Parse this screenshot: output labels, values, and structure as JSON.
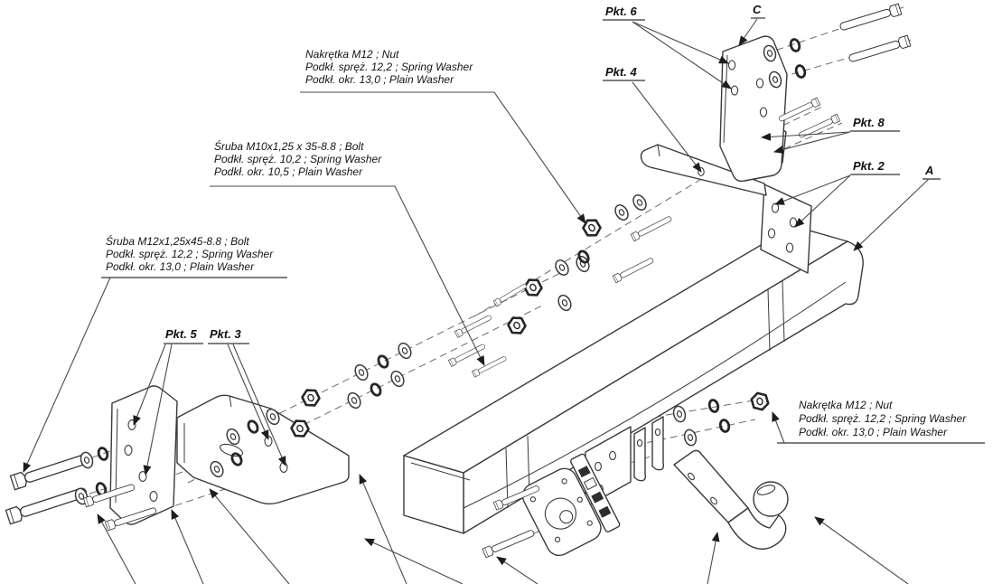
{
  "diagram_title": "towbar-exploded-assembly-drawing",
  "colors": {
    "background": "#ffffff",
    "line": "#3a3a3a",
    "leader": "#4a4a4a",
    "text": "#141414"
  },
  "notes": {
    "nut_top": {
      "lines": [
        "Nakrętka  M12 ; Nut",
        "Podkł. spręż. 12,2 ; Spring Washer",
        "Podkł. okr. 13,0 ;  Plain Washer"
      ]
    },
    "bolt_m10": {
      "lines": [
        "Śruba M10x1,25 x 35-8.8 ; Bolt",
        "Podkł. spręż. 10,2 ; Spring Washer",
        "Podkł. okr. 10,5 ;  Plain Washer"
      ]
    },
    "bolt_m12": {
      "lines": [
        "Śruba M12x1,25x45-8.8 ;  Bolt",
        "Podkł. spręż. 12,2 ; Spring Washer",
        "Podkł. okr. 13,0 ;  Plain Washer"
      ]
    },
    "nut_right": {
      "lines": [
        "Nakrętka  M12 ; Nut",
        "Podkł. spręż. 12,2 ; Spring Washer",
        "Podkł. okr. 13,0 ;  Plain Washer"
      ]
    }
  },
  "labels": {
    "pkt6": "Pkt. 6",
    "pkt4": "Pkt. 4",
    "pkt8": "Pkt. 8",
    "pkt2": "Pkt. 2",
    "pkt5": "Pkt. 5",
    "pkt3": "Pkt. 3",
    "a": "A",
    "c": "C"
  }
}
